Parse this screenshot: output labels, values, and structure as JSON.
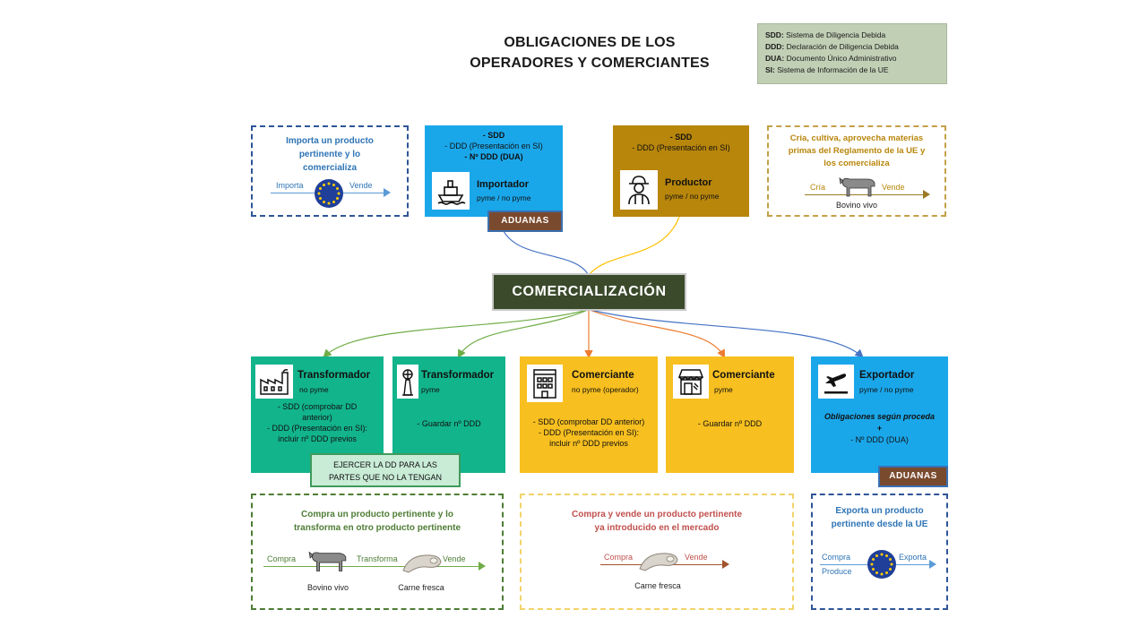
{
  "title_line1": "OBLIGACIONES DE LOS",
  "title_line2": "OPERADORES Y COMERCIANTES",
  "legend": [
    {
      "key": "SDD:",
      "text": "Sistema de Diligencia Debida"
    },
    {
      "key": "DDD:",
      "text": "Declaración de Diligencia Debida"
    },
    {
      "key": "DUA:",
      "text": "Documento Único Administrativo"
    },
    {
      "key": "SI:",
      "text": "Sistema de Información de la UE"
    }
  ],
  "import_desc": {
    "text_line1": "Importa un producto",
    "text_line2": "pertinente y lo",
    "text_line3": "comercializa",
    "left_label": "Importa",
    "right_label": "Vende"
  },
  "importador": {
    "line1": "- SDD",
    "line2": "- DDD (Presentación en SI)",
    "line3": "- Nº DDD (DUA)",
    "name": "Importador",
    "size": "pyme / no pyme",
    "icon": "ship-icon"
  },
  "aduanas_top": "ADUANAS",
  "productor": {
    "line1": "- SDD",
    "line2": "- DDD (Presentación en SI)",
    "name": "Productor",
    "size": "pyme / no pyme",
    "icon": "farmer-icon"
  },
  "producer_desc": {
    "text_line1": "Cría, cultiva, aprovecha materias",
    "text_line2": "primas del Reglamento de la UE y",
    "text_line3": "los comercializa",
    "left_label": "Cría",
    "right_label": "Vende",
    "caption": "Bovino vivo"
  },
  "center_label": "COMERCIALIZACIÓN",
  "transformador1": {
    "name": "Transformador",
    "size": "no pyme",
    "line1": "- SDD (comprobar DD",
    "line2": "anterior)",
    "line3": "- DDD (Presentación en SI):",
    "line4": "incluir nº DDD previos",
    "icon": "factory-icon"
  },
  "dd_box_line1": "EJERCER LA DD PARA LAS",
  "dd_box_line2": "PARTES QUE NO LA TENGAN",
  "transformador2": {
    "name": "Transformador",
    "size": "pyme",
    "line1": "- Guardar nº DDD",
    "icon": "windmill-icon"
  },
  "comerciante1": {
    "name": "Comerciante",
    "size": "no pyme (operador)",
    "line1": "- SDD (comprobar DD anterior)",
    "line2": "- DDD (Presentación en SI):",
    "line3": "incluir nº DDD previos",
    "icon": "building-icon"
  },
  "comerciante2": {
    "name": "Comerciante",
    "size": "pyme",
    "line1": "- Guardar nº DDD",
    "icon": "shop-icon"
  },
  "exportador": {
    "name": "Exportador",
    "size": "pyme / no pyme",
    "line1": "Obligaciones según proceda",
    "line2": "+",
    "line3": "- Nº DDD (DUA)",
    "icon": "airplane-icon"
  },
  "aduanas_bottom": "ADUANAS",
  "transform_desc": {
    "text_line1": "Compra un producto pertinente y lo",
    "text_line2": "transforma en otro producto pertinente",
    "label_a": "Compra",
    "label_b": "Transforma",
    "label_c": "Vende",
    "caption_a": "Bovino vivo",
    "caption_b": "Carne fresca"
  },
  "trade_desc": {
    "text_line1": "Compra y vende un producto pertinente",
    "text_line2": "ya introducido en el mercado",
    "label_a": "Compra",
    "label_b": "Vende",
    "caption": "Carne fresca"
  },
  "export_desc": {
    "text_line1": "Exporta un producto",
    "text_line2": "pertinente desde la UE",
    "label_a": "Compra",
    "label_b": "Produce",
    "label_c": "Exporta"
  },
  "colors": {
    "blue": "#1aa7ea",
    "gold": "#b8860b",
    "teal": "#12b48c",
    "yellow": "#f7bf1f",
    "dark_green": "#3a4a2b",
    "navy_dash": "#2f5597",
    "gold_dash": "#c4a048",
    "green_dash": "#4e7d35",
    "light_yellow_dash": "#f2d36a"
  }
}
